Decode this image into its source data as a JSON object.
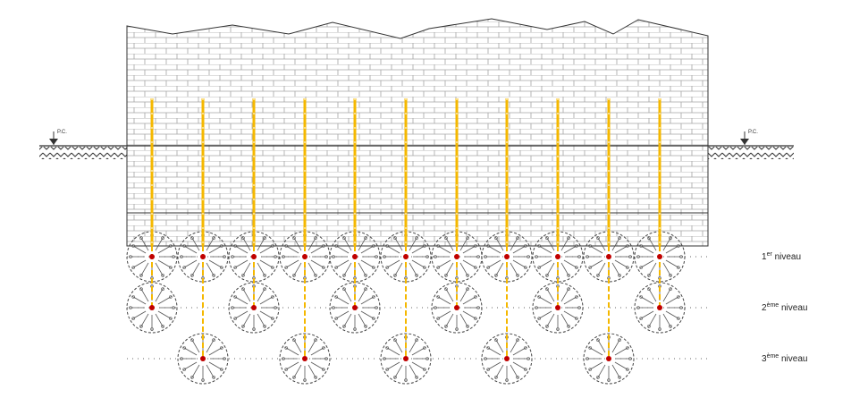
{
  "ground_marker_label": "P.C.",
  "levels": [
    {
      "num": "1",
      "sup": "er",
      "word": "niveau"
    },
    {
      "num": "2",
      "sup": "ème",
      "word": "niveau"
    },
    {
      "num": "3",
      "sup": "ème",
      "word": "niveau"
    }
  ],
  "colors": {
    "anchor": "#f5b800",
    "center": "#c00000",
    "line": "#333333",
    "brick": "#9a9a9a"
  }
}
